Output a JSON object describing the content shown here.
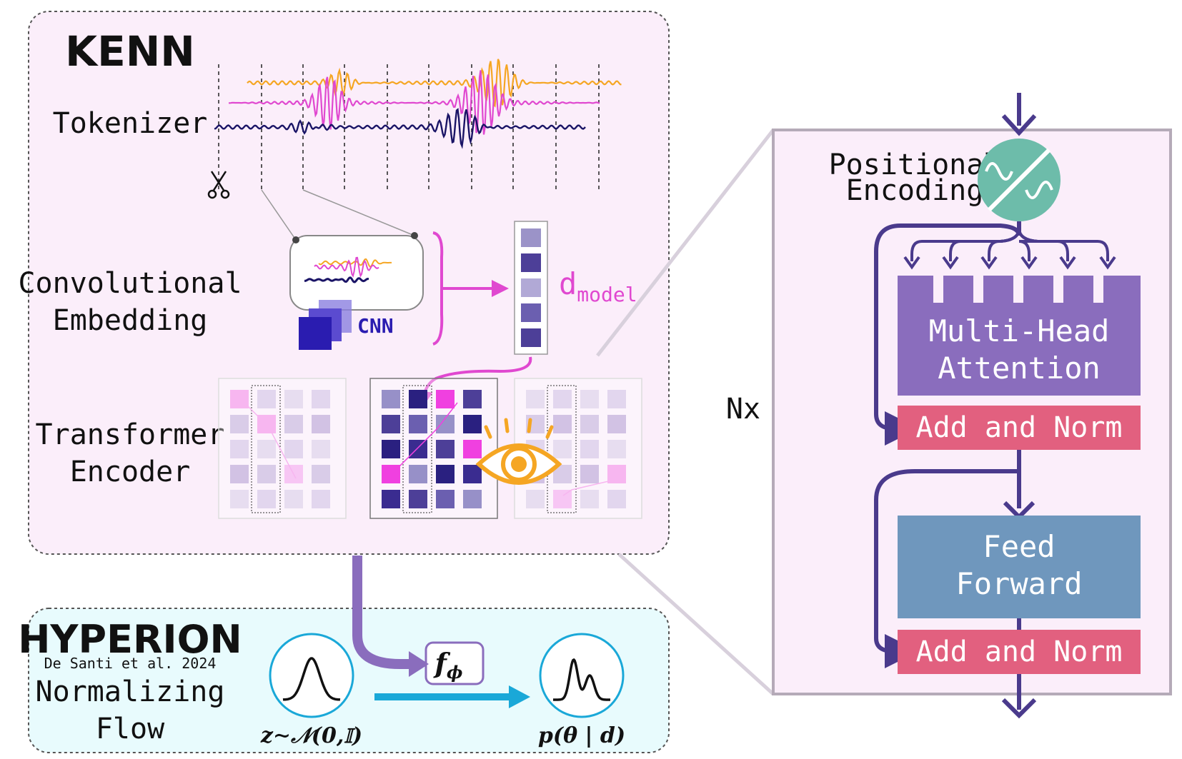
{
  "kenn": {
    "title": "KENN",
    "tokenizer_label": "Tokenizer",
    "conv_label_1": "Convolutional",
    "conv_label_2": "Embedding",
    "cnn_label": "CNN",
    "dmodel_d": "d",
    "dmodel_sub": "model",
    "transformer_label_1": "Transformer",
    "transformer_label_2": "Encoder"
  },
  "hyperion": {
    "title": "HYPERION",
    "citation": "De Santi et al. 2024",
    "flow_label_1": "Normalizing",
    "flow_label_2": "Flow",
    "f_phi": "f",
    "f_phi_sub": "ϕ",
    "prior_label": "z∼𝒩(0,𝕀)",
    "posterior_label": "p(θ | d)"
  },
  "encoder_block": {
    "positional_1": "Positional",
    "positional_2": "Encoding",
    "mha_1": "Multi-Head",
    "mha_2": "Attention",
    "add_norm_1": "Add and Norm",
    "feed_1": "Feed",
    "feed_2": "Forward",
    "add_norm_2": "Add and Norm",
    "repeat": "Nx"
  },
  "colors": {
    "kenn_bg": "#fbeefa",
    "hyperion_bg": "#e8fbfd",
    "mha": "#8a6dbd",
    "add_norm": "#e2607f",
    "feed_forward": "#6f97bd",
    "positional": "#6dbcaa",
    "arrow_purple": "#4a3a8c",
    "magenta": "#e048d0",
    "orange": "#f5a623",
    "navy": "#1a1466",
    "cyan": "#1aa8d8"
  }
}
